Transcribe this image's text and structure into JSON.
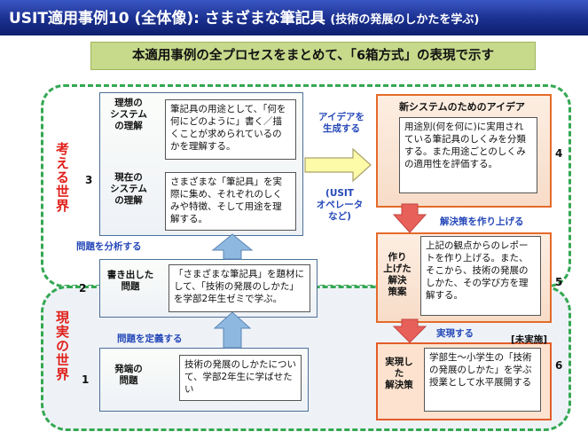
{
  "title": {
    "main": "USIT適用事例10 (全体像):  さまざまな筆記具",
    "sub": "(技術の発展のしかたを学ぶ)"
  },
  "banner": "本適用事例の全プロセスをまとめて、「6箱方式」の表現で示す",
  "regions": {
    "think": "考える世界",
    "real": "現実の世界"
  },
  "numbers": {
    "n1": "1",
    "n2": "2",
    "n3": "3",
    "n4": "4",
    "n5": "5",
    "n6": "6"
  },
  "box3": {
    "ideal_label": "理想の\nシステム\nの理解",
    "ideal_text": "筆記具の用途として、「何を何にどのように」書く／描くことが求められているのかを理解する。",
    "current_label": "現在の\nシステム\nの理解",
    "current_text": "さまざまな「筆記具」を実際に集め、それぞれのしくみや特徴、そして用途を理解する。"
  },
  "box2": {
    "label": "書き出した\n問題",
    "text": "「さまざまな筆記具」を題材にして、「技術の発展のしかた」を学部2年生ゼミで学ぶ。"
  },
  "box1": {
    "label": "発端の\n問題",
    "text": "技術の発展のしかたについて、学部2年生に学ばせたい"
  },
  "box4": {
    "title": "新システムのためのアイデア",
    "text": "用途別(何を何に)に実用されている筆記具のしくみを分類する。また用途ごとのしくみの適用性を評価する。"
  },
  "box5": {
    "label": "作り\n上げた\n解決\n策案",
    "text": "上記の観点からのレポートを作り上げる。また、そこから、技術の発展のしかた、その学び方を理解する。"
  },
  "box6": {
    "label": "実現し\nた\n解決策",
    "text": "学部生～小学生の「技術の発展のしかた」を学ぶ授業として水平展開する",
    "badge": "[未実施]"
  },
  "arrow_labels": {
    "analyze": "問題を分析する",
    "define": "問題を定義する",
    "idea": "アイデアを\n生成する",
    "usit": "(USIT\nオペレータ\nなど)",
    "build": "解決策を作り上げる",
    "realize": "実現する"
  },
  "colors": {
    "title_bg": "#1a2f8e",
    "banner_bg": "#c7d98b",
    "region_border": "#34a853",
    "accent_red": "#e0201c",
    "arrow_blue": "#8fb8e0",
    "arrow_red": "#e8605a",
    "arrow_yellow": "#fdfaa8"
  }
}
